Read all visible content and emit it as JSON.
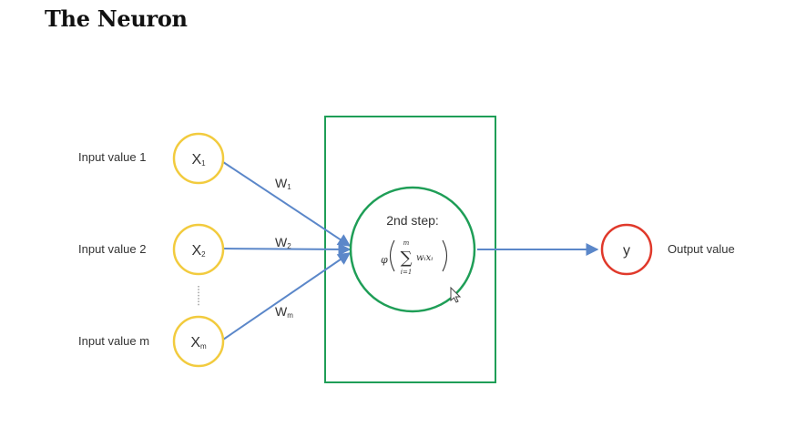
{
  "title": "The Neuron",
  "inputs": [
    {
      "label": "Input value 1",
      "node": "X",
      "sub": "1"
    },
    {
      "label": "Input value 2",
      "node": "X",
      "sub": "2"
    },
    {
      "label": "Input value m",
      "node": "X",
      "sub": "m"
    }
  ],
  "weights": [
    {
      "name": "W",
      "sub": "1"
    },
    {
      "name": "W",
      "sub": "2"
    },
    {
      "name": "W",
      "sub": "m"
    }
  ],
  "neuron": {
    "step_label": "2nd step:",
    "formula": {
      "phi": "φ",
      "sigma": "∑",
      "upper": "m",
      "lower": "i=1",
      "term": "wᵢxᵢ"
    }
  },
  "output": {
    "node": "y",
    "label": "Output value"
  },
  "colors": {
    "input_node": "#f2cb3e",
    "neuron": "#1f9e57",
    "box": "#1f9e57",
    "output_node": "#e0392b",
    "edge": "#5b87c9",
    "dots": "#888888"
  }
}
